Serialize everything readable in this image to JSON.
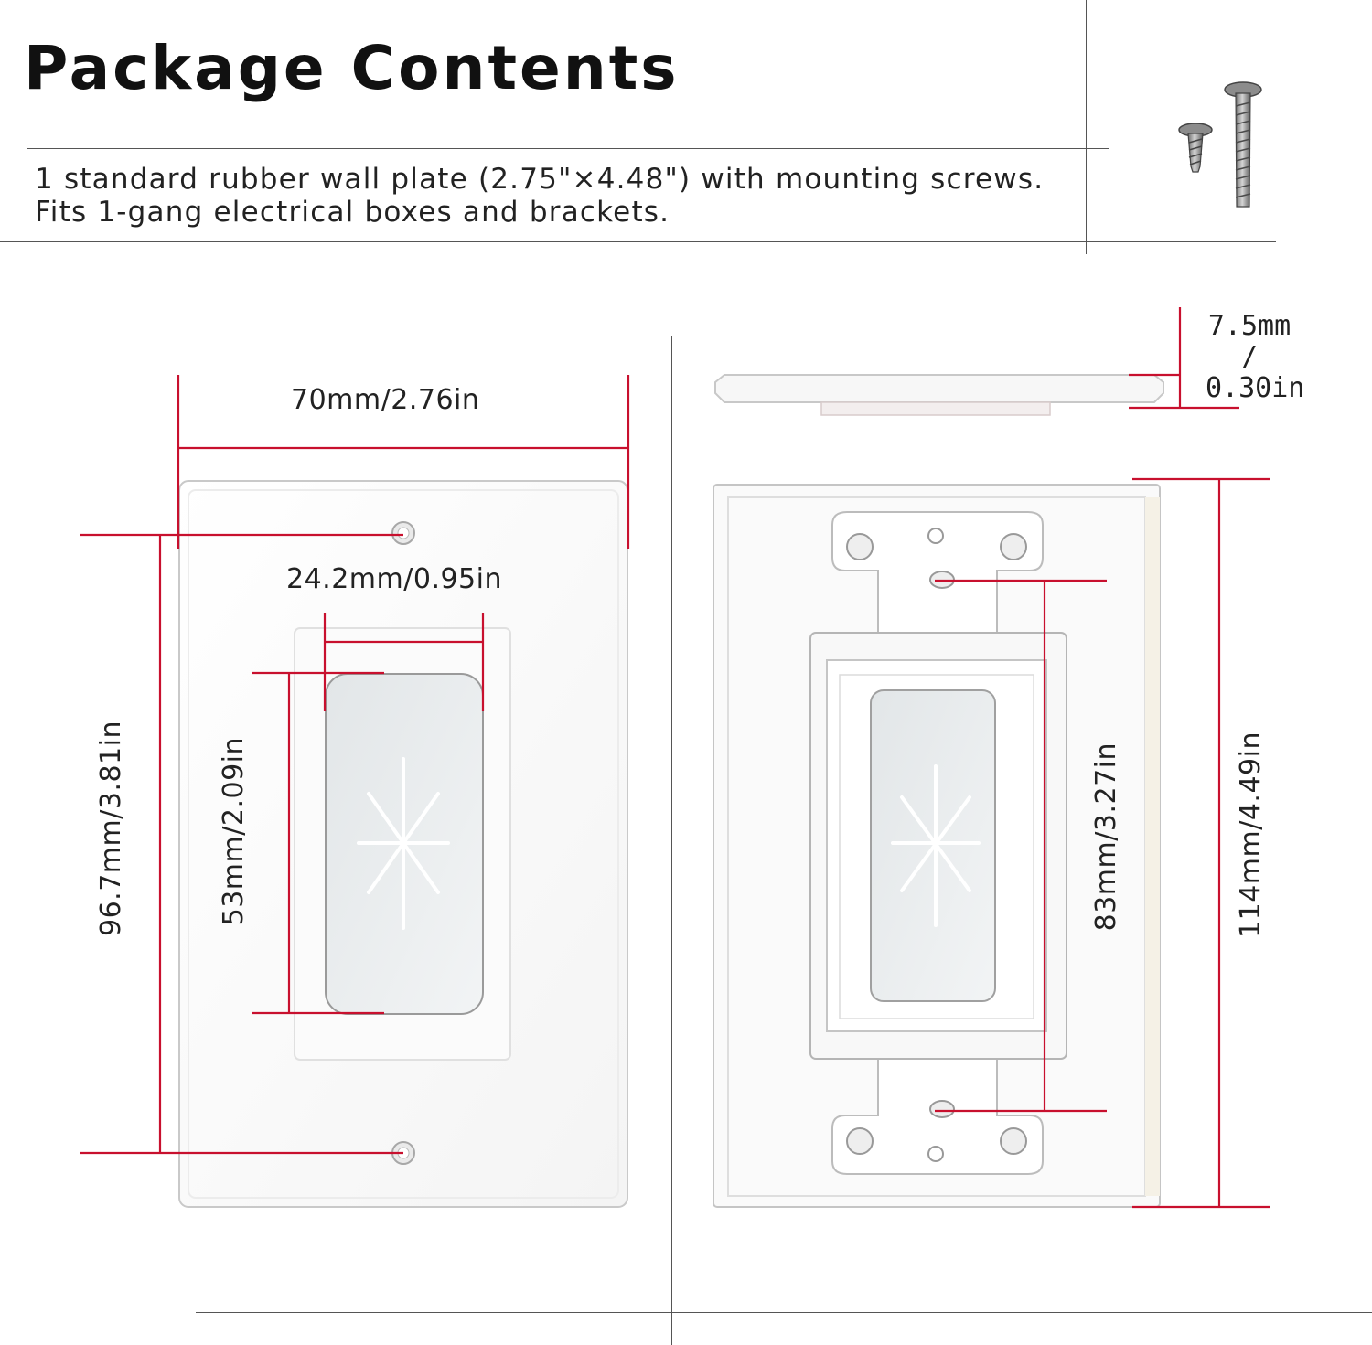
{
  "header": {
    "title": "Package Contents",
    "description_line1": "1 standard rubber wall plate (2.75\"×4.48\") with mounting screws.",
    "description_line2": "Fits 1-gang electrical boxes and brackets."
  },
  "dimensions": {
    "plate_width": "70mm/2.76in",
    "opening_width": "24.2mm/0.95in",
    "screw_spacing": "96.7mm/3.81in",
    "opening_height": "53mm/2.09in",
    "bracket_hole_spacing": "83mm/3.27in",
    "plate_height": "114mm/4.49in",
    "thickness_mm": "7.5mm",
    "thickness_sep": "/",
    "thickness_in": "0.30in"
  },
  "colors": {
    "dimension_line": "#c8102e",
    "plate": "#ffffff",
    "flex_insert": "#e9ecee"
  }
}
